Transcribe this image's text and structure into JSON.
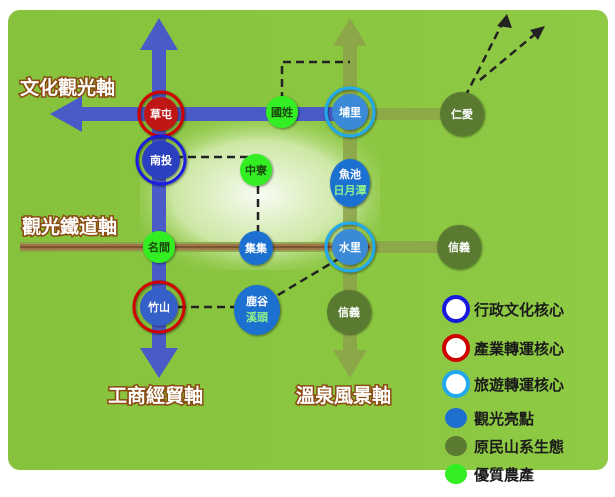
{
  "axes": {
    "culture_axis": "文化觀光軸",
    "railway_axis": "觀光鐵道軸",
    "business_axis": "工商經貿軸",
    "hotspring_axis": "溫泉風景軸"
  },
  "nodes": {
    "caotun": "草屯",
    "nantou": "南投",
    "zhuoshan": "竹山",
    "puli": "埔里",
    "yuchi": "魚池",
    "sun_moon_lake": "日月潭",
    "shuili": "水里",
    "ren_ai": "仁愛",
    "xinyi_east": "信義",
    "xinyi_south": "信義",
    "guoxing": "國姓",
    "zhongliao": "中寮",
    "jiji": "集集",
    "mingjian": "名間",
    "lugu": "鹿谷",
    "xitou": "溪頭"
  },
  "legend": [
    {
      "label": "行政文化核心",
      "kind": "ring",
      "color": "#1a1adf"
    },
    {
      "label": "產業轉運核心",
      "kind": "ring",
      "color": "#d00000"
    },
    {
      "label": "旅遊轉運核心",
      "kind": "ring",
      "color": "#22aaee"
    },
    {
      "label": "觀光亮點",
      "kind": "dot",
      "color": "#1f6fd0"
    },
    {
      "label": "原民山系生態",
      "kind": "dot",
      "color": "#5a7a30"
    },
    {
      "label": "優質農產",
      "kind": "dot",
      "color": "#33ee22"
    }
  ],
  "colors": {
    "background": "#8cc63f",
    "blue_axis": "#4a5bc7",
    "green_axis": "#8ca24a",
    "rail_axis": "#a0764a",
    "tourism_spot": "#1f6fd0",
    "mountain": "#5a7a30",
    "agri": "#33ee22"
  }
}
